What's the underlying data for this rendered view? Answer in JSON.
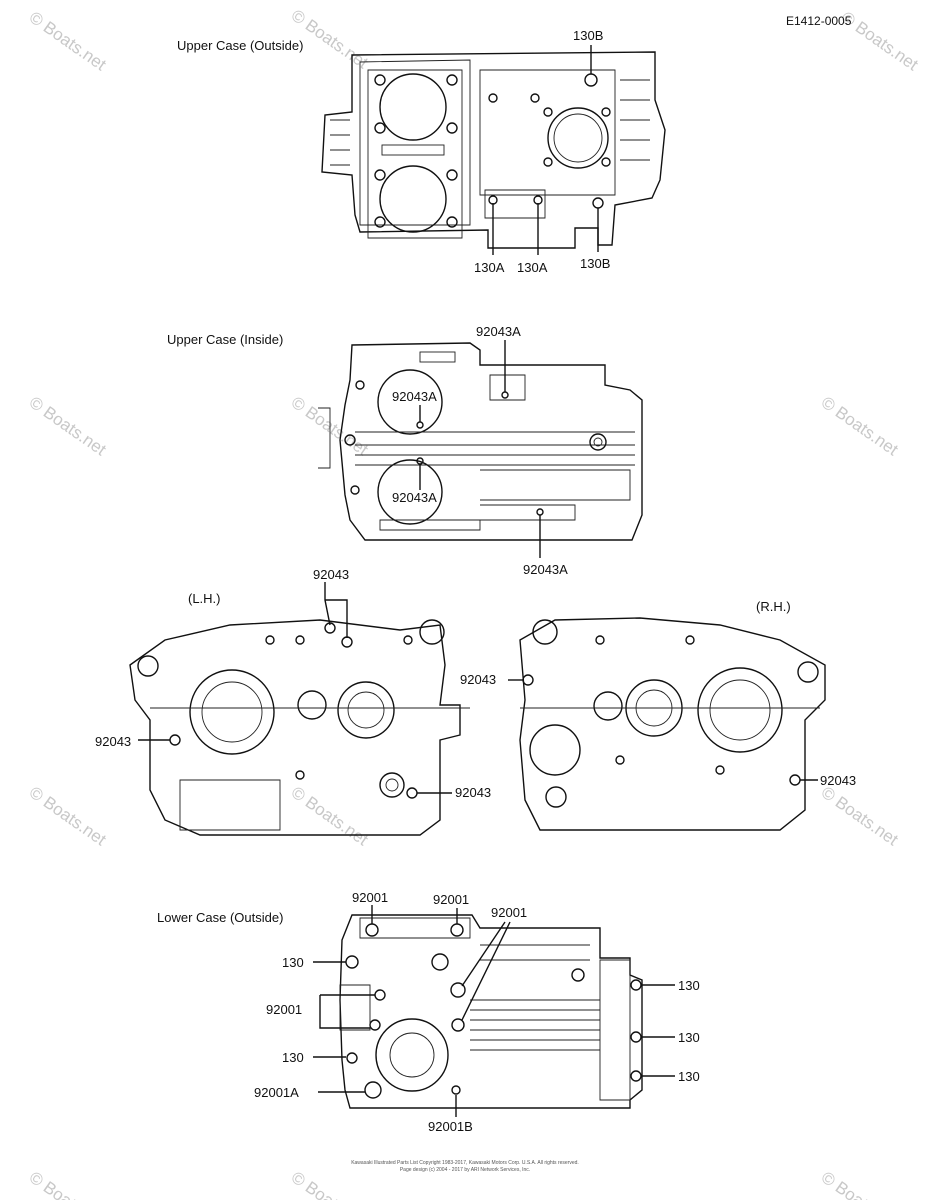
{
  "ref_code": "E1412-0005",
  "watermark": "© Boats.net",
  "footer": {
    "line1": "Kawasaki Illustrated Parts List Copyright 1983-2017, Kawasaki Motors Corp. U.S.A. All rights reserved.",
    "line2": "Page design (c) 2004 - 2017 by ARI Network Services, Inc."
  },
  "sections": {
    "upper_outside": {
      "title": "Upper Case (Outside)",
      "labels": [
        "130B",
        "130A",
        "130A",
        "130B"
      ]
    },
    "upper_inside": {
      "title": "Upper Case (Inside)",
      "labels": [
        "92043A",
        "92043A",
        "92043A",
        "92043A"
      ]
    },
    "crankcase_halves": {
      "lh_title": "(L.H.)",
      "rh_title": "(R.H.)",
      "labels": [
        "92043",
        "92043",
        "92043",
        "92043",
        "92043"
      ]
    },
    "lower_outside": {
      "title": "Lower Case (Outside)",
      "labels": [
        "92001",
        "92001",
        "92001",
        "130",
        "92001",
        "130",
        "92001A",
        "92001B",
        "130",
        "130",
        "130"
      ]
    }
  }
}
